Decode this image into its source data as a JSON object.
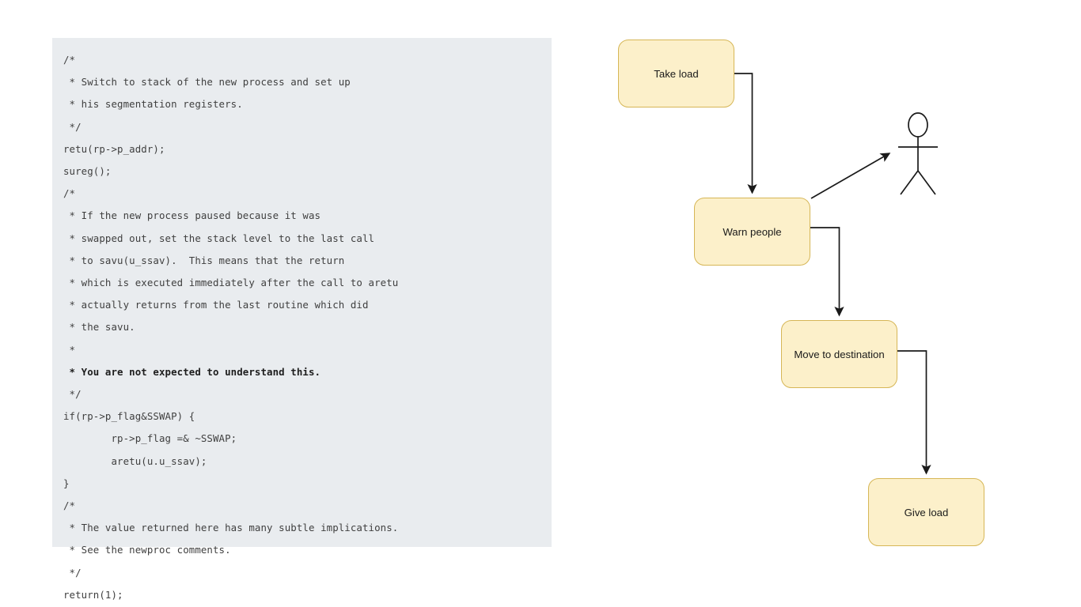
{
  "code_panel": {
    "background_color": "#e9ecef",
    "text_color": "#3f3f3f",
    "lines": [
      "/*",
      " * Switch to stack of the new process and set up",
      " * his segmentation registers.",
      " */",
      "retu(rp->p_addr);",
      "sureg();",
      "/*",
      " * If the new process paused because it was",
      " * swapped out, set the stack level to the last call",
      " * to savu(u_ssav).  This means that the return",
      " * which is executed immediately after the call to aretu",
      " * actually returns from the last routine which did",
      " * the savu.",
      " *"
    ],
    "emphasized_line": " * You are not expected to understand this.",
    "lines_after": [
      " */",
      "if(rp->p_flag&SSWAP) {",
      "        rp->p_flag =& ~SSWAP;",
      "        aretu(u.u_ssav);",
      "}",
      "/*",
      " * The value returned here has many subtle implications.",
      " * See the newproc comments.",
      " */",
      "return(1);"
    ]
  },
  "diagram": {
    "type": "activity-diagram",
    "node_fill": "#fcf0ca",
    "node_border": "#d6b656",
    "edge_color": "#1a1a1a",
    "nodes": [
      {
        "id": "take-load",
        "label": "Take load"
      },
      {
        "id": "warn-people",
        "label": "Warn people"
      },
      {
        "id": "move-dest",
        "label": "Move to destination"
      },
      {
        "id": "give-load",
        "label": "Give load"
      }
    ],
    "actor": {
      "name": "stick-figure-actor",
      "label": ""
    },
    "edges": [
      {
        "from": "take-load",
        "to": "warn-people",
        "style": "elbow"
      },
      {
        "from": "warn-people",
        "to": "actor",
        "style": "diagonal"
      },
      {
        "from": "warn-people",
        "to": "move-dest",
        "style": "elbow"
      },
      {
        "from": "move-dest",
        "to": "give-load",
        "style": "elbow"
      }
    ]
  }
}
